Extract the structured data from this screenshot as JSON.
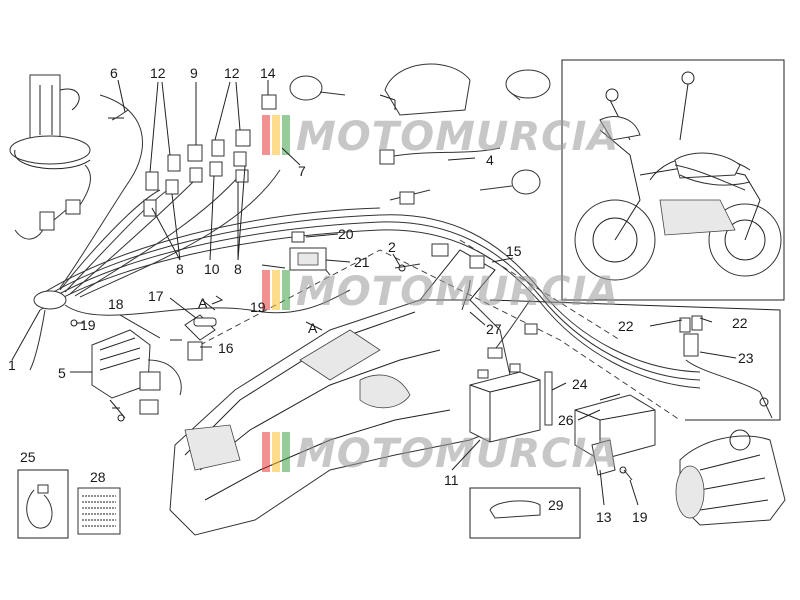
{
  "callouts": {
    "c1": "1",
    "c2": "2",
    "c4": "4",
    "c5": "5",
    "c6": "6",
    "c7": "7",
    "c8a": "8",
    "c8b": "8",
    "c9": "9",
    "c10": "10",
    "c11": "11",
    "c12a": "12",
    "c12b": "12",
    "c13": "13",
    "c14": "14",
    "c15": "15",
    "c16": "16",
    "c17": "17",
    "c18": "18",
    "c19a": "19",
    "c19b": "19",
    "c19c": "19",
    "c20": "20",
    "c21": "21",
    "c22a": "22",
    "c22b": "22",
    "c23": "23",
    "c24": "24",
    "c25": "25",
    "c26": "26",
    "c27": "27",
    "c28": "28",
    "c29": "29",
    "refA1": "A",
    "refA2": "A"
  },
  "watermark": {
    "text": "MOTOMURCIA",
    "stripe_colors": [
      "#e53935",
      "#fbc02d",
      "#43a047"
    ]
  }
}
